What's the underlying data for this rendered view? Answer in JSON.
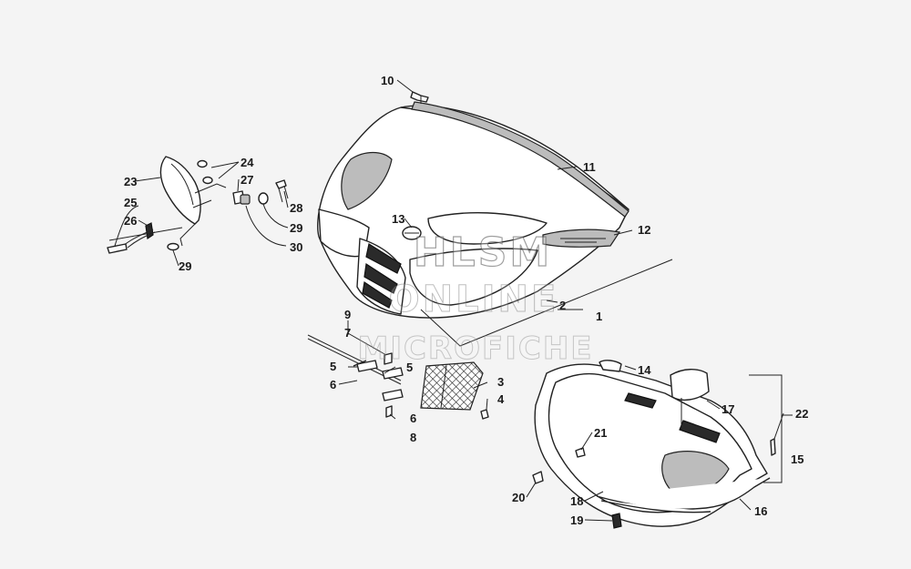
{
  "watermark": {
    "line1": "HLSM",
    "line2": "ONLINE",
    "line3": "MICROFICHE"
  },
  "callouts": {
    "c1": "1",
    "c2": "2",
    "c3": "3",
    "c4": "4",
    "c5a": "5",
    "c5b": "5",
    "c6a": "6",
    "c6b": "6",
    "c7": "7",
    "c8": "8",
    "c9": "9",
    "c10": "10",
    "c11": "11",
    "c12": "12",
    "c13": "13",
    "c14": "14",
    "c15": "15",
    "c16": "16",
    "c17": "17",
    "c18": "18",
    "c19": "19",
    "c20": "20",
    "c21": "21",
    "c22": "22",
    "c23": "23",
    "c24": "24",
    "c25": "25",
    "c26": "26",
    "c27": "27",
    "c28": "28",
    "c29a": "29",
    "c29b": "29",
    "c30": "30"
  }
}
